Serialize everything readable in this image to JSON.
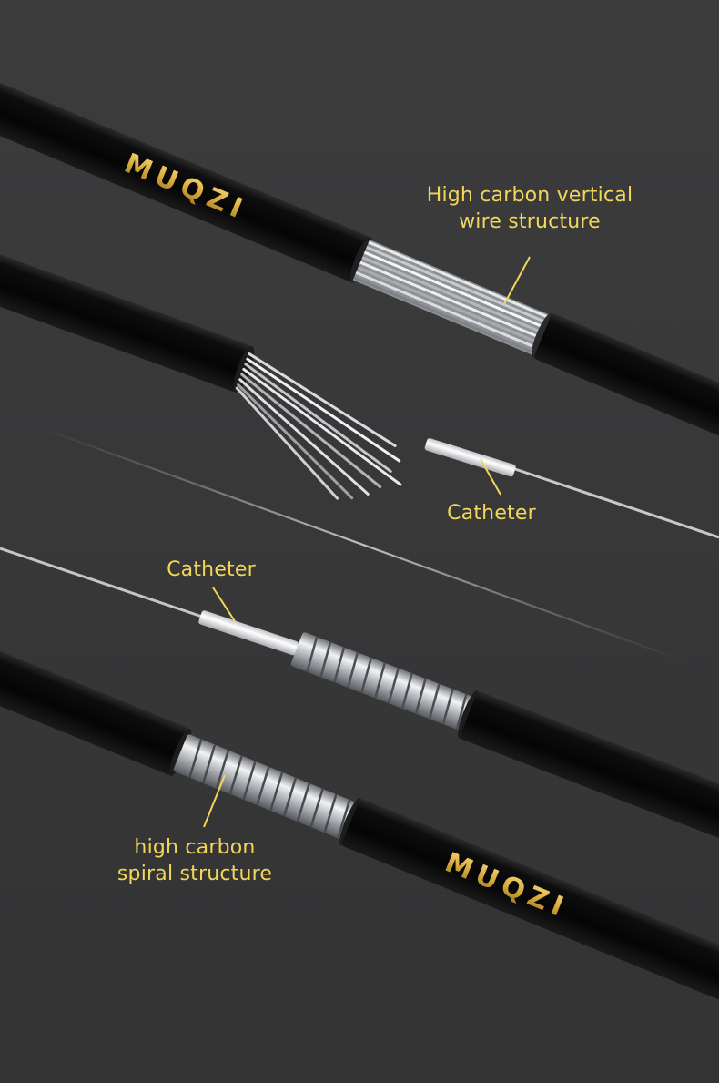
{
  "brand": "MUQZI",
  "labels": {
    "vertical_wire": [
      "High carbon vertical",
      "wire structure"
    ],
    "catheter_top": "Catheter",
    "catheter_bottom": "Catheter",
    "spiral": [
      "high carbon",
      "spiral structure"
    ]
  },
  "colors": {
    "background": "#3a3a3b",
    "label_text": "#f2d65a",
    "brand_gold": "#d8aa3a",
    "cable_jacket": "#0b0b0c"
  }
}
